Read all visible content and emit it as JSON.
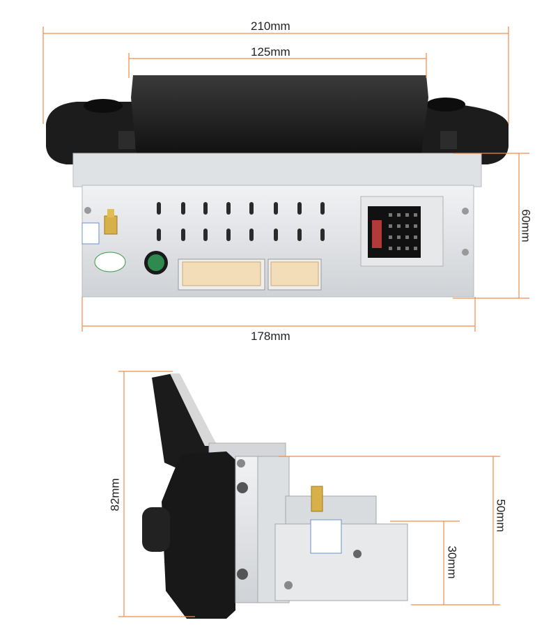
{
  "colors": {
    "dimension_line": "#f08a4b"
  },
  "dimensions": {
    "overall_width": "210mm",
    "screen_width": "125mm",
    "chassis_width": "178mm",
    "chassis_height": "60mm",
    "total_height": "82mm",
    "depth_upper": "50mm",
    "depth_lower": "30mm"
  },
  "views": [
    "rear-view",
    "side-view"
  ]
}
